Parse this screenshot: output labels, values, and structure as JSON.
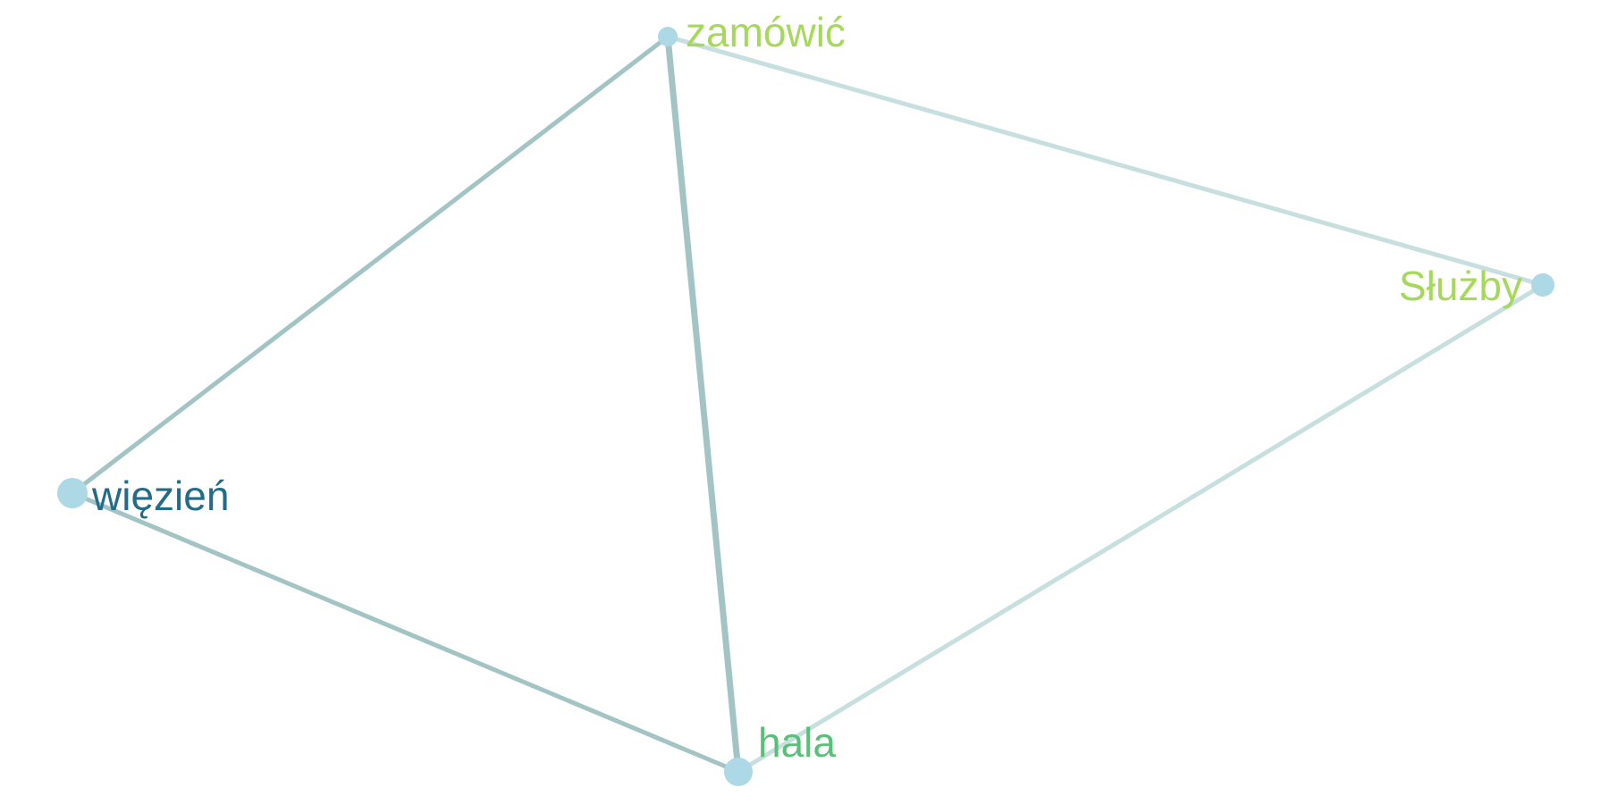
{
  "graph": {
    "nodes": [
      {
        "id": "zamowic",
        "label": "zamówić",
        "color": "#a6d95b"
      },
      {
        "id": "sluzby",
        "label": "Służby",
        "color": "#a6d95b"
      },
      {
        "id": "wiezien",
        "label": "więzień",
        "color": "#236b88"
      },
      {
        "id": "hala",
        "label": "hala",
        "color": "#5abf78"
      }
    ],
    "edges": [
      {
        "source": "zamowic",
        "target": "wiezien",
        "color": "#a3c4c5"
      },
      {
        "source": "zamowic",
        "target": "hala",
        "color": "#a3c4c5"
      },
      {
        "source": "zamowic",
        "target": "sluzby",
        "color": "#c8dfe0"
      },
      {
        "source": "wiezien",
        "target": "hala",
        "color": "#a3c4c5"
      },
      {
        "source": "sluzby",
        "target": "hala",
        "color": "#c8dfe0"
      }
    ],
    "node_fill": "#add8e6"
  }
}
